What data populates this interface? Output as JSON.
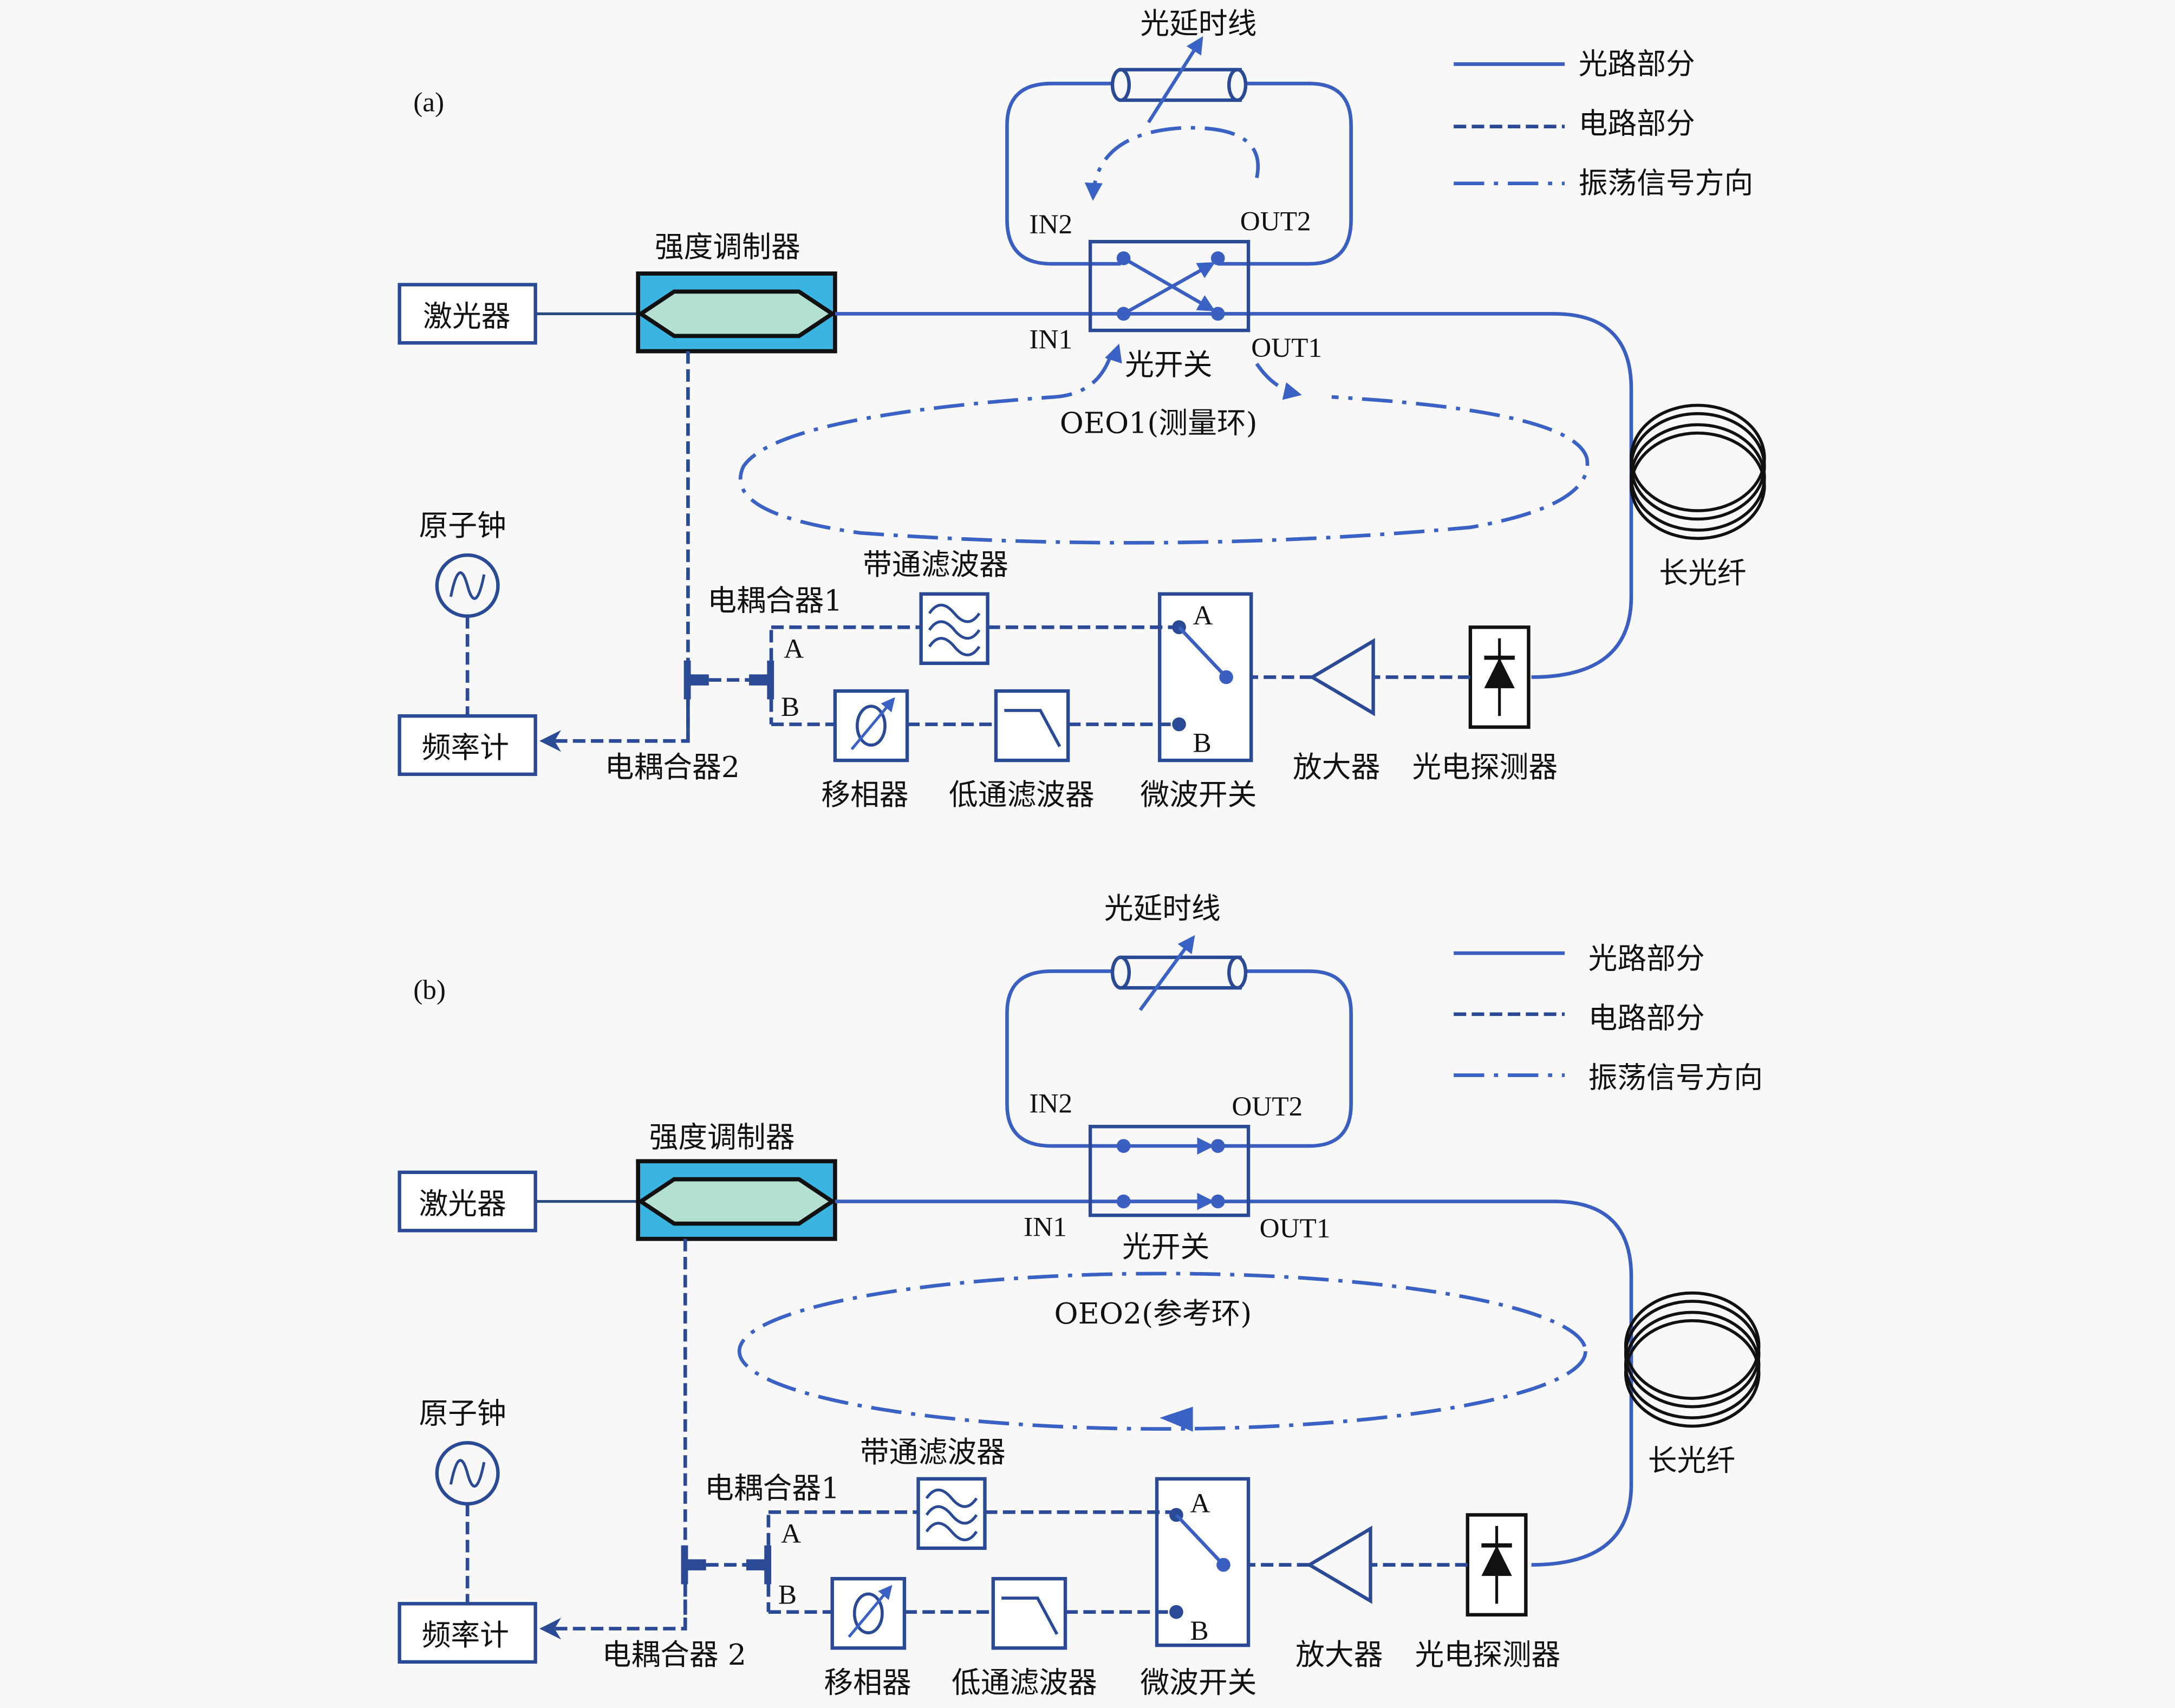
{
  "legend": {
    "optical": "光路部分",
    "electrical": "电路部分",
    "oscillation": "振荡信号方向"
  },
  "colors": {
    "optical": "#3a5fc0",
    "electrical": "#2a4a96",
    "modulator_fill": "#3ab4e0",
    "modulator_core": "#b4e0d4"
  },
  "panels": [
    {
      "tag": "(a)",
      "laser": "激光器",
      "modulator": "强度调制器",
      "delay_line": "光延时线",
      "optical_switch": "光开关",
      "in1": "IN1",
      "in2": "IN2",
      "out1": "OUT1",
      "out2": "OUT2",
      "loop_label": "OEO1(测量环)",
      "fiber": "长光纤",
      "clock": "原子钟",
      "counter": "频率计",
      "coupler1": "电耦合器1",
      "coupler2": "电耦合器2",
      "bandpass": "带通滤波器",
      "phase_shifter": "移相器",
      "lowpass": "低通滤波器",
      "mw_switch": "微波开关",
      "amplifier": "放大器",
      "photodetector": "光电探测器",
      "port_a": "A",
      "port_b": "B",
      "switch_state": "cross"
    },
    {
      "tag": "(b)",
      "laser": "激光器",
      "modulator": "强度调制器",
      "delay_line": "光延时线",
      "optical_switch": "光开关",
      "in1": "IN1",
      "in2": "IN2",
      "out1": "OUT1",
      "out2": "OUT2",
      "loop_label": "OEO2(参考环)",
      "fiber": "长光纤",
      "clock": "原子钟",
      "counter": "频率计",
      "coupler1": "电耦合器1",
      "coupler2": "电耦合器 2",
      "bandpass": "带通滤波器",
      "phase_shifter": "移相器",
      "lowpass": "低通滤波器",
      "mw_switch": "微波开关",
      "amplifier": "放大器",
      "photodetector": "光电探测器",
      "port_a": "A",
      "port_b": "B",
      "switch_state": "bar"
    }
  ]
}
